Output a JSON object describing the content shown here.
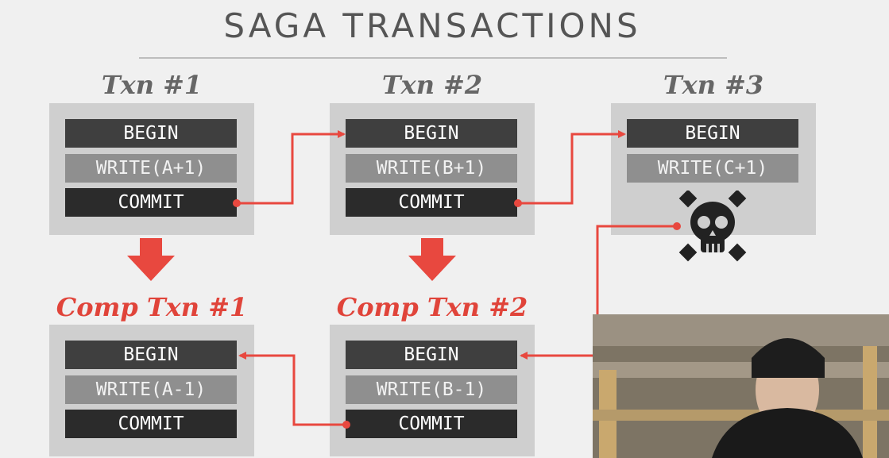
{
  "title": "SAGA TRANSACTIONS",
  "transactions": [
    {
      "label": "Txn #1",
      "rows": {
        "begin": "BEGIN",
        "write": "WRITE(A+1)",
        "commit": "COMMIT"
      }
    },
    {
      "label": "Txn #2",
      "rows": {
        "begin": "BEGIN",
        "write": "WRITE(B+1)",
        "commit": "COMMIT"
      }
    },
    {
      "label": "Txn #3",
      "rows": {
        "begin": "BEGIN",
        "write": "WRITE(C+1)"
      }
    }
  ],
  "compensations": [
    {
      "label": "Comp Txn #1",
      "rows": {
        "begin": "BEGIN",
        "write": "WRITE(A-1)",
        "commit": "COMMIT"
      }
    },
    {
      "label": "Comp Txn #2",
      "rows": {
        "begin": "BEGIN",
        "write": "WRITE(B-1)",
        "commit": "COMMIT"
      }
    }
  ],
  "icons": {
    "failure": "skull-crossbones-icon",
    "compensate": "down-arrow-icon"
  },
  "colors": {
    "accent": "#e8483f",
    "box": "#cfcfcf",
    "row_dark": "#2b2b2b",
    "row_mid": "#8f8f8f"
  }
}
